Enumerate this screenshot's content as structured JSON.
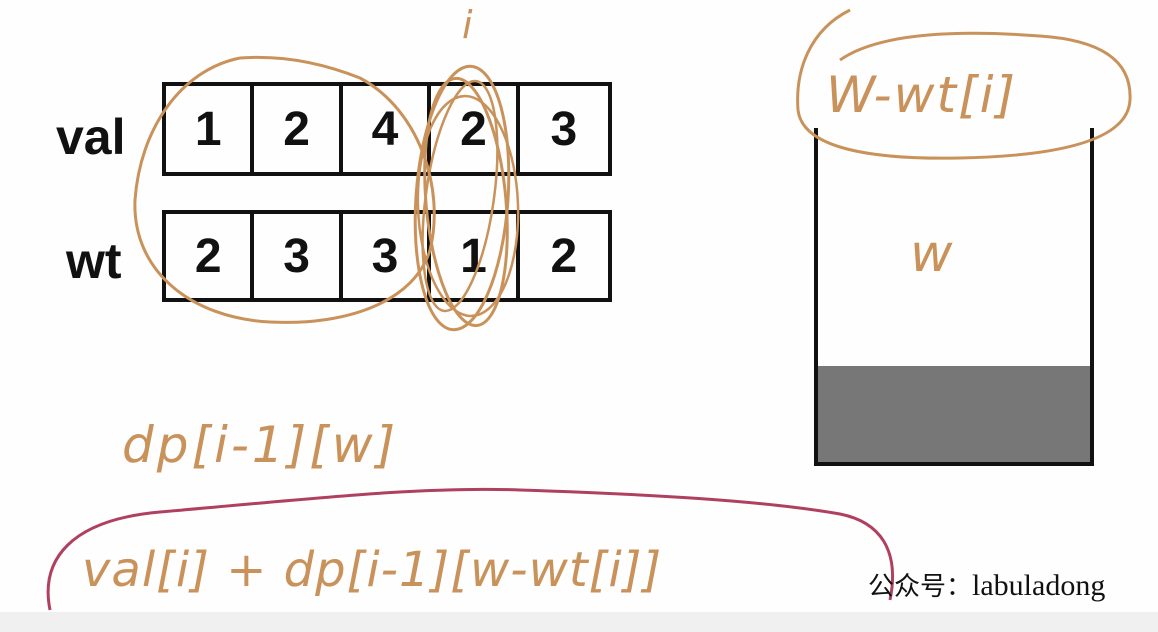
{
  "rows": [
    {
      "label": "val",
      "values": [
        "1",
        "2",
        "4",
        "2",
        "3"
      ]
    },
    {
      "label": "wt",
      "values": [
        "2",
        "3",
        "3",
        "1",
        "2"
      ]
    }
  ],
  "annotations": {
    "i_marker": "i",
    "knapsack_top": "W-wt[i]",
    "knapsack_inside": "w",
    "option_skip": "dp[i-1][w]",
    "option_take": "val[i] + dp[i-1][w-wt[i]]"
  },
  "watermark": {
    "prefix": "公众号：",
    "name": "labuladong"
  },
  "colors": {
    "ink": "#111111",
    "pen_orange": "#c9925a",
    "pen_red": "#b04060",
    "fill_gray": "#777777"
  }
}
